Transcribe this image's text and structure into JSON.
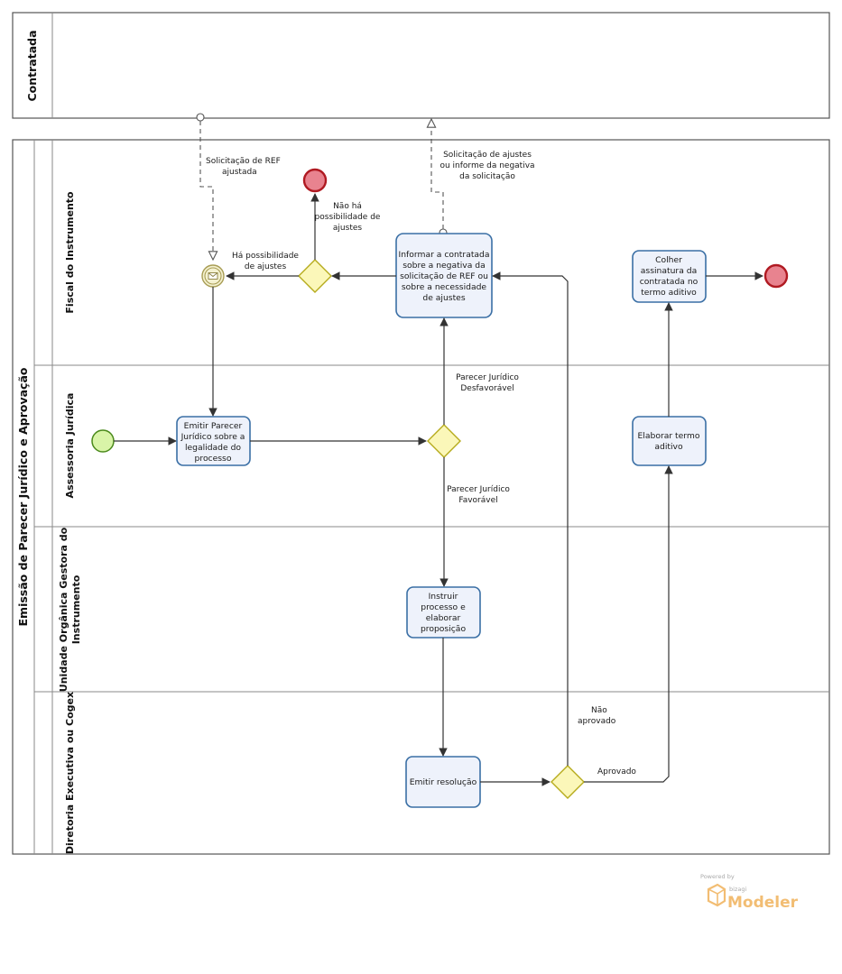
{
  "pools": {
    "top": "Contratada",
    "main": "Emissão de Parecer Jurídico e Aprovação"
  },
  "lanes": {
    "fiscal": "Fiscal do Instrumento",
    "assessoria": "Assessoria Jurídica",
    "unidade_1": "Unidade Orgânica Gestora do",
    "unidade_2": "Instrumento",
    "diretoria": "Diretoria Executiva ou Cogex"
  },
  "tasks": {
    "emitir_parecer": [
      "Emitir Parecer",
      "Jurídico sobre a",
      "legalidade do",
      "processo"
    ],
    "informar": [
      "Informar a contratada",
      "sobre a negativa da",
      "solicitação de REF ou",
      "sobre a necessidade",
      "de ajustes"
    ],
    "colher": [
      "Colher",
      "assinatura da",
      "contratada no",
      "termo aditivo"
    ],
    "elaborar": [
      "Elaborar termo",
      "aditivo"
    ],
    "instruir": [
      "Instruir",
      "processo e",
      "elaborar",
      "proposição"
    ],
    "emitir_resolucao": [
      "Emitir resolução"
    ]
  },
  "flows": {
    "solicitacao_ref": [
      "Solicitação de REF",
      "ajustada"
    ],
    "solicitacao_ajustes": [
      "Solicitação de ajustes",
      "ou informe da negativa",
      "da solicitação"
    ],
    "nao_ha": [
      "Não há",
      "possibilidade de",
      "ajustes"
    ],
    "ha": [
      "Há possibilidade",
      "de ajustes"
    ],
    "desfavoravel": [
      "Parecer Jurídico",
      "Desfavorável"
    ],
    "favoravel": [
      "Parecer Jurídico",
      "Favorável"
    ],
    "nao_aprovado": [
      "Não",
      "aprovado"
    ],
    "aprovado": [
      "Aprovado"
    ]
  },
  "branding": {
    "powered": "Powered by",
    "vendor": "bizagi",
    "product": "Modeler"
  }
}
